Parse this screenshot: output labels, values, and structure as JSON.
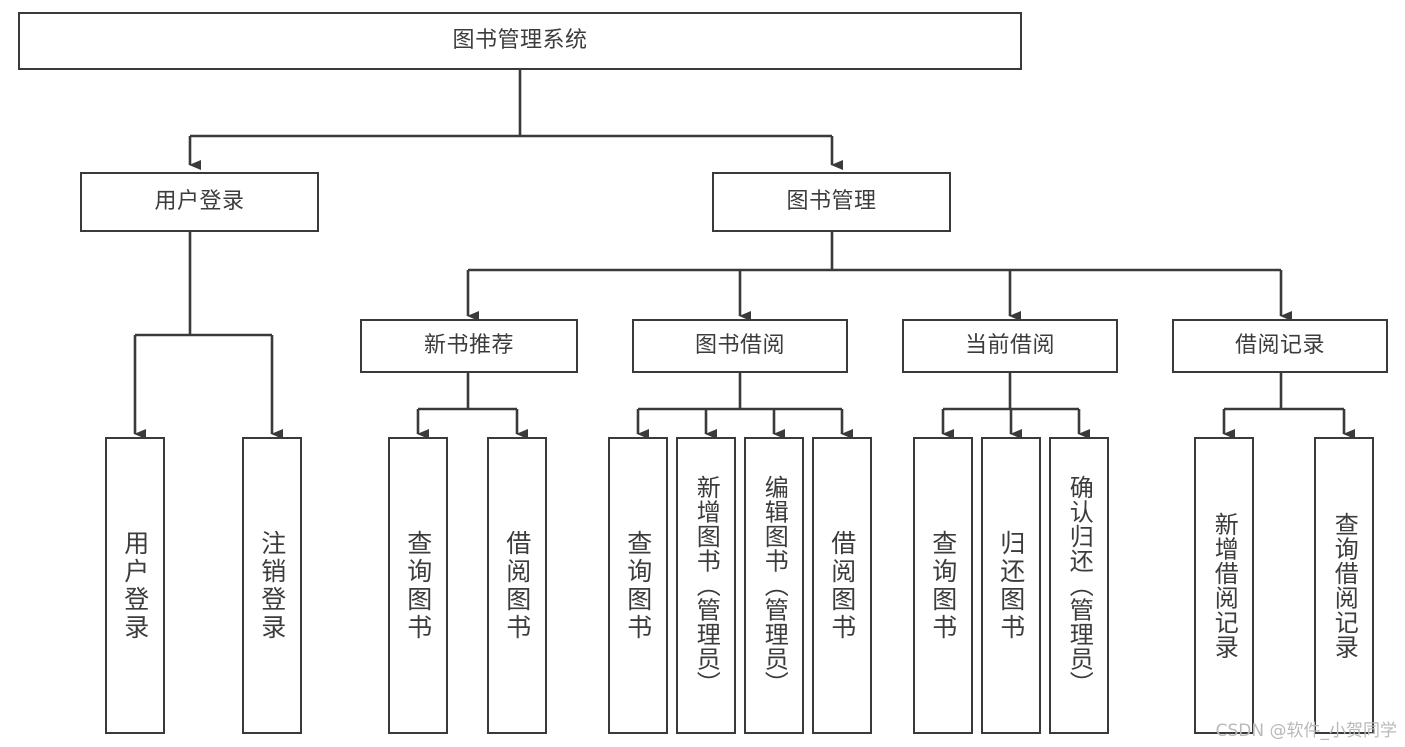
{
  "diagram": {
    "type": "tree-hierarchy",
    "title": "图书管理系统",
    "watermark": "CSDN @软件_小贺同学",
    "colors": {
      "stroke": "#3a3a3a",
      "text": "#3c3c3c",
      "background": "#ffffff",
      "watermark": "#b9b9b9"
    },
    "levels": [
      {
        "level": 1,
        "nodes": [
          {
            "id": "root",
            "label": "图书管理系统",
            "orientation": "horizontal"
          }
        ]
      },
      {
        "level": 2,
        "nodes": [
          {
            "id": "user-login",
            "label": "用户登录",
            "orientation": "horizontal",
            "parent": "root"
          },
          {
            "id": "book-manage",
            "label": "图书管理",
            "orientation": "horizontal",
            "parent": "root"
          }
        ]
      },
      {
        "level": 3,
        "nodes": [
          {
            "id": "new-book-rec",
            "label": "新书推荐",
            "orientation": "horizontal",
            "parent": "book-manage"
          },
          {
            "id": "book-borrow",
            "label": "图书借阅",
            "orientation": "horizontal",
            "parent": "book-manage"
          },
          {
            "id": "current-borrow",
            "label": "当前借阅",
            "orientation": "horizontal",
            "parent": "book-manage"
          },
          {
            "id": "borrow-record",
            "label": "借阅记录",
            "orientation": "horizontal",
            "parent": "book-manage"
          }
        ]
      },
      {
        "level": 4,
        "nodes": [
          {
            "id": "leaf-user-login",
            "label": "用户登录",
            "orientation": "vertical",
            "parent": "user-login"
          },
          {
            "id": "leaf-logout",
            "label": "注销登录",
            "orientation": "vertical",
            "parent": "user-login"
          },
          {
            "id": "leaf-query-book-1",
            "label": "查询图书",
            "orientation": "vertical",
            "parent": "new-book-rec"
          },
          {
            "id": "leaf-borrow-book-1",
            "label": "借阅图书",
            "orientation": "vertical",
            "parent": "new-book-rec"
          },
          {
            "id": "leaf-query-book-2",
            "label": "查询图书",
            "orientation": "vertical",
            "parent": "book-borrow"
          },
          {
            "id": "leaf-add-book",
            "label": "新增图书（管理员）",
            "orientation": "vertical",
            "parent": "book-borrow"
          },
          {
            "id": "leaf-edit-book",
            "label": "编辑图书（管理员）",
            "orientation": "vertical",
            "parent": "book-borrow"
          },
          {
            "id": "leaf-borrow-book-2",
            "label": "借阅图书",
            "orientation": "vertical",
            "parent": "book-borrow"
          },
          {
            "id": "leaf-query-book-3",
            "label": "查询图书",
            "orientation": "vertical",
            "parent": "current-borrow"
          },
          {
            "id": "leaf-return-book",
            "label": "归还图书",
            "orientation": "vertical",
            "parent": "current-borrow"
          },
          {
            "id": "leaf-confirm-return",
            "label": "确认归还（管理员）",
            "orientation": "vertical",
            "parent": "current-borrow"
          },
          {
            "id": "leaf-add-record",
            "label": "新增借阅记录",
            "orientation": "vertical",
            "parent": "borrow-record"
          },
          {
            "id": "leaf-query-record",
            "label": "查询借阅记录",
            "orientation": "vertical",
            "parent": "borrow-record"
          }
        ]
      }
    ]
  }
}
